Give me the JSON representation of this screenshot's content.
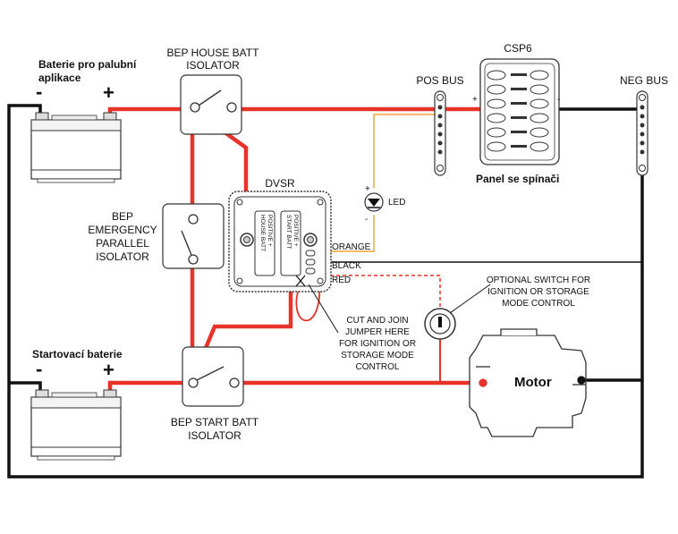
{
  "labels": {
    "house_battery": [
      "Baterie pro palubní",
      "aplikace"
    ],
    "start_battery": "Startovací baterie",
    "minus": "-",
    "plus": "+",
    "house_isolator": [
      "BEP HOUSE BATT",
      "ISOLATOR"
    ],
    "parallel_isolator": [
      "BEP",
      "EMERGENCY",
      "PARALLEL",
      "ISOLATOR"
    ],
    "start_isolator": [
      "BEP START BATT",
      "ISOLATOR"
    ],
    "dvsr": "DVSR",
    "dvsr_house_terminal": [
      "HOUSE BATT",
      "POSITIVE +"
    ],
    "dvsr_start_terminal": [
      "START BATT",
      "POSITIVE +"
    ],
    "wire_orange": "ORANGE",
    "wire_black": "BLACK",
    "wire_red": "RED",
    "led": "LED",
    "led_plus": "+",
    "led_minus": "-",
    "csp6": "CSP6",
    "panel": "Panel se spínači",
    "pos_bus": "POS BUS",
    "neg_bus": "NEG BUS",
    "pos_bus_plus": "+",
    "neg_bus_minus": "-",
    "optional_switch": [
      "OPTIONAL SWITCH FOR",
      "IGNITION OR STORAGE",
      "MODE CONTROL"
    ],
    "cut_join": [
      "CUT AND JOIN",
      "JUMPER HERE",
      "FOR IGNITION OR",
      "STORAGE MODE",
      "CONTROL"
    ],
    "motor": "Motor"
  },
  "colors": {
    "red_wire": "#e8332a",
    "black_wire": "#111111",
    "orange_wire": "#f0a23a",
    "outline": "#333333"
  }
}
